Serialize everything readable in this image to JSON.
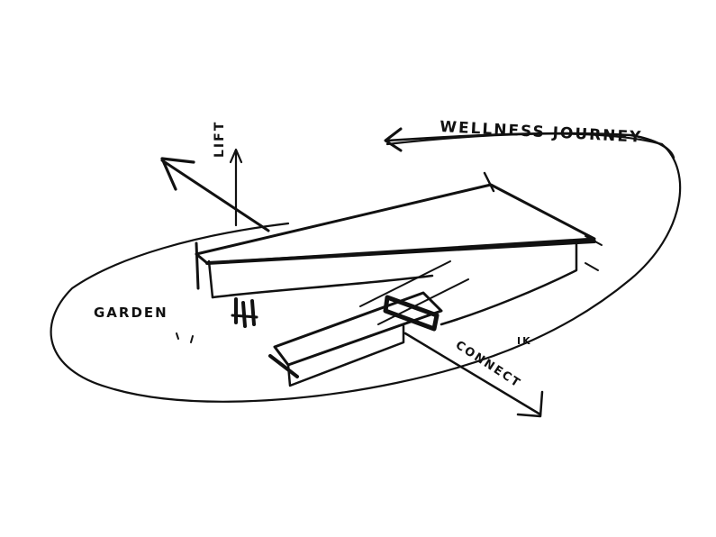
{
  "diagram": {
    "type": "architectural-concept-sketch",
    "background": "#ffffff",
    "ink": "#111111",
    "labels": {
      "wellness_journey": "WELLNESS JOURNEY",
      "lift": "LIFT",
      "garden": "GARDEN",
      "connect": "CONNECT",
      "mark": "IK"
    }
  }
}
